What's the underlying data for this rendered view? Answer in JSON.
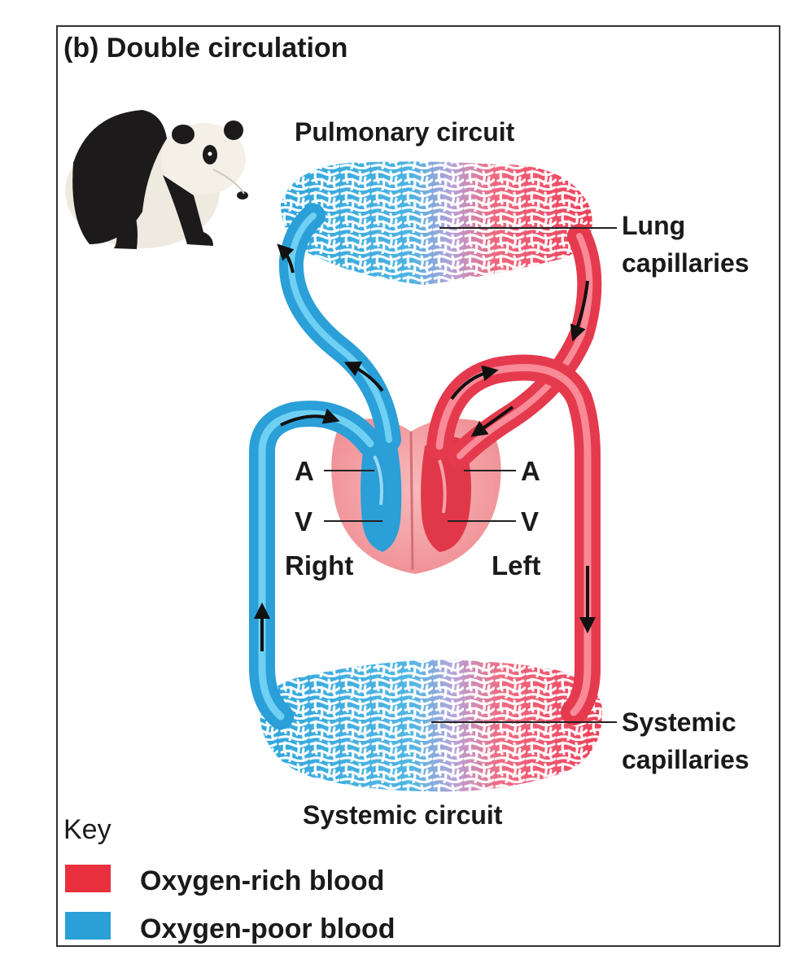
{
  "title": "(b) Double circulation",
  "circuits": {
    "pulmonary": "Pulmonary circuit",
    "systemic": "Systemic circuit"
  },
  "labels": {
    "lung_capillaries_line1": "Lung",
    "lung_capillaries_line2": "capillaries",
    "systemic_capillaries_line1": "Systemic",
    "systemic_capillaries_line2": "capillaries",
    "right_atrium": "A",
    "right_ventricle": "V",
    "left_atrium": "A",
    "left_ventricle": "V",
    "right_side": "Right",
    "left_side": "Left"
  },
  "key": {
    "heading": "Key",
    "items": [
      {
        "label": "Oxygen-rich blood",
        "color": "#e8303f"
      },
      {
        "label": "Oxygen-poor blood",
        "color": "#2a9fd8"
      }
    ]
  },
  "colors": {
    "oxygen_poor": "#33a9dd",
    "oxygen_rich": "#ee4257",
    "heart_tissue": "#f3a3a6",
    "capillary_mix": "#b39ad6"
  },
  "illustration": "panda-icon"
}
